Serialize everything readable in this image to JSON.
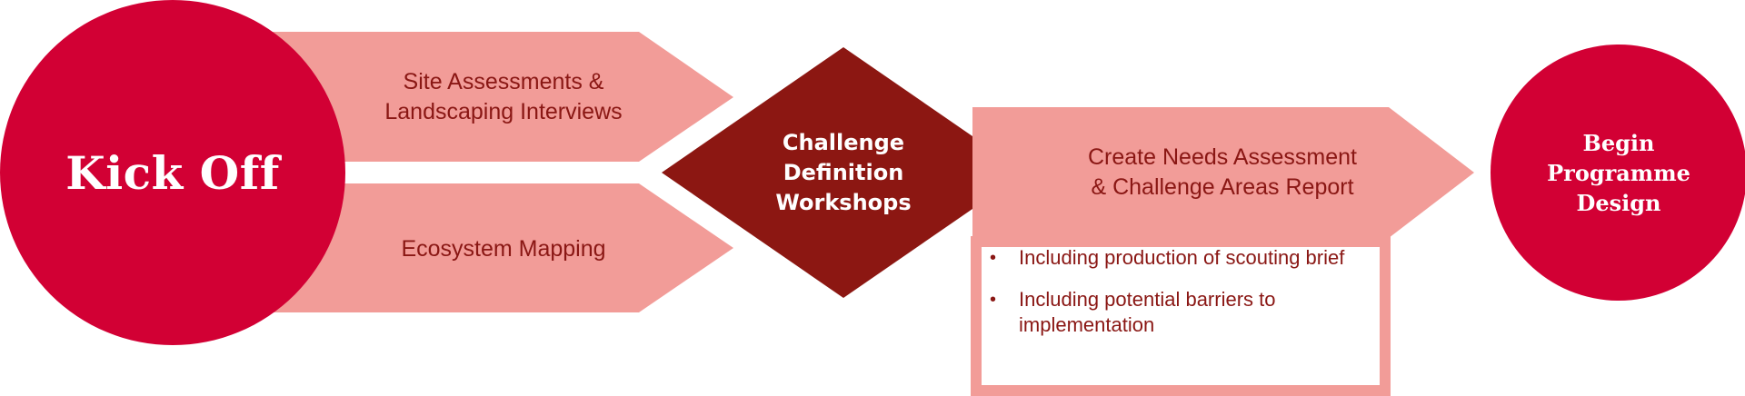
{
  "diagram": {
    "kick_off": {
      "label": "Kick Off"
    },
    "site_assessment": {
      "line1": "Site Assessments &",
      "line2": "Landscaping Interviews"
    },
    "ecosystem_mapping": {
      "label": "Ecosystem Mapping"
    },
    "challenge_definition": {
      "line1": "Challenge",
      "line2": "Definition",
      "line3": "Workshops"
    },
    "needs_assessment": {
      "line1": "Create Needs Assessment",
      "line2": "& Challenge Areas Report",
      "bullets": [
        "Including production of scouting brief",
        "Including potential barriers to implementation"
      ]
    },
    "begin_programme": {
      "line1": "Begin",
      "line2": "Programme",
      "line3": "Design"
    }
  },
  "colors": {
    "circle": "#d20034",
    "arrow": "#f29c98",
    "diamond": "#8c1712",
    "text_dark": "#8a1714",
    "white": "#ffffff"
  }
}
